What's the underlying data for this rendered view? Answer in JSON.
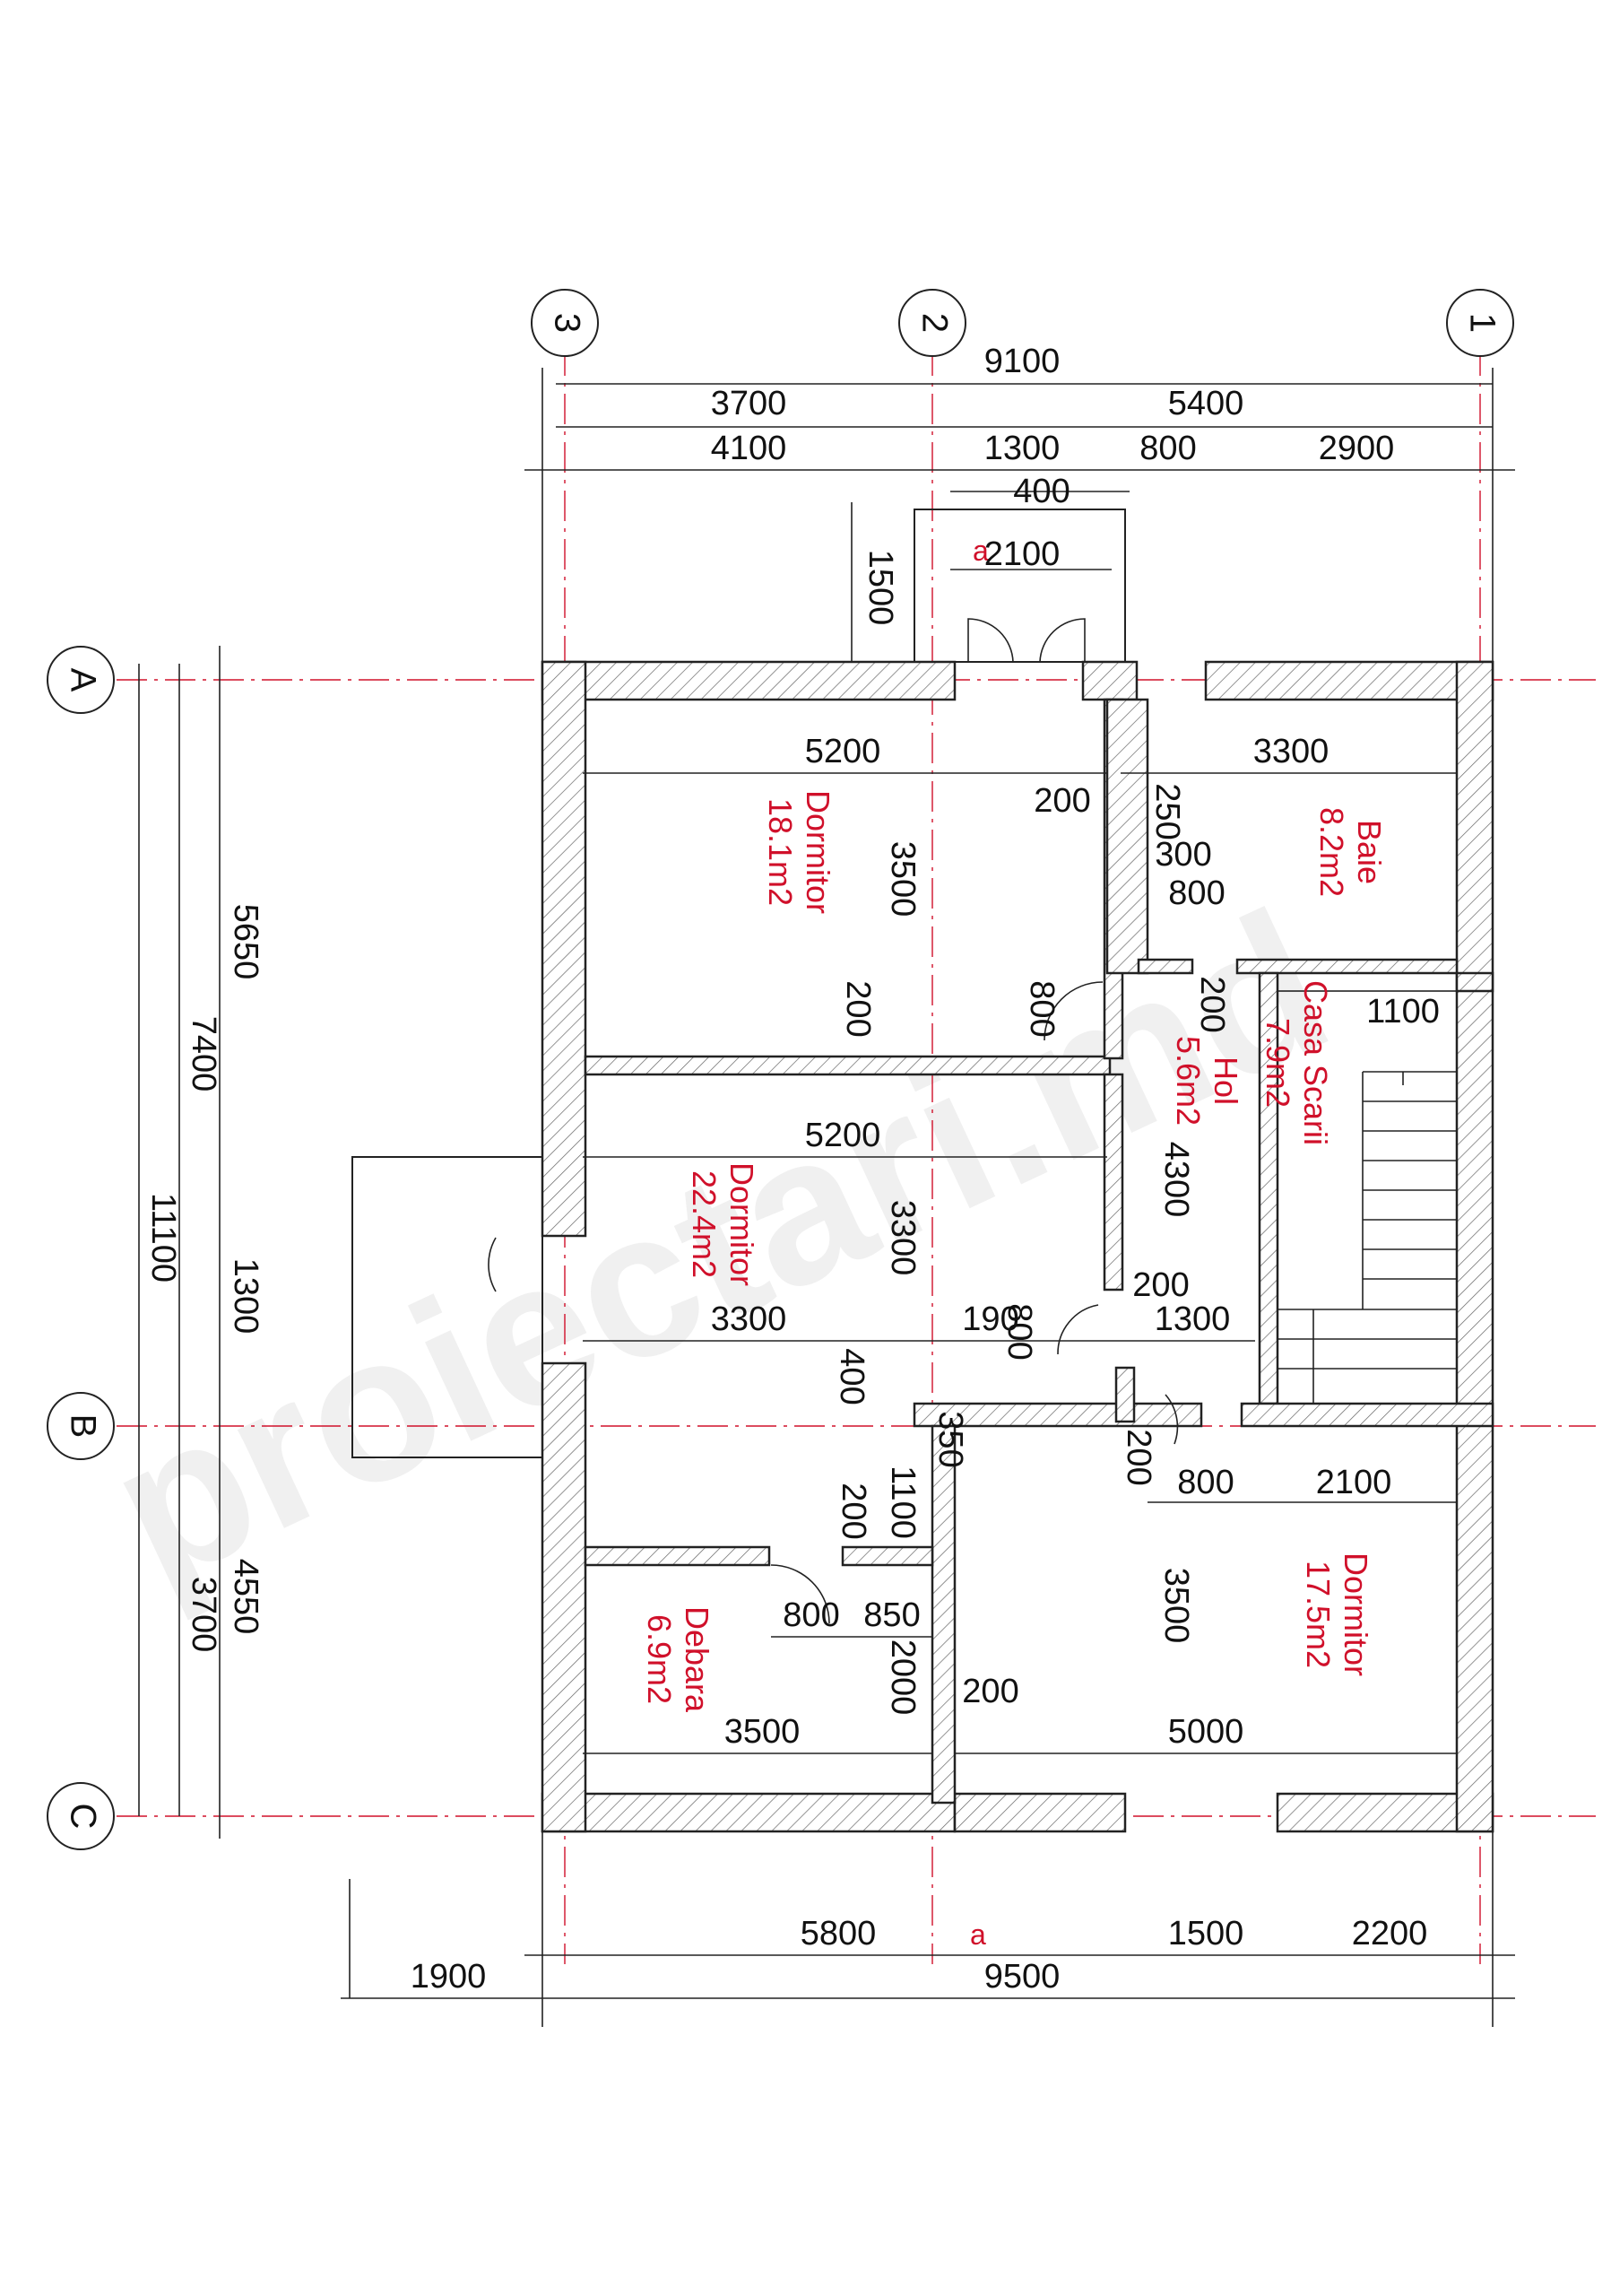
{
  "watermark": "proiectari.md",
  "axes": {
    "columns": [
      "3",
      "2",
      "1"
    ],
    "rows": [
      "A",
      "B",
      "C"
    ]
  },
  "section_marks": [
    "a",
    "a"
  ],
  "rooms": [
    {
      "name": "Dormitor",
      "area": "18.1m2"
    },
    {
      "name": "Baie",
      "area": "8.2m2"
    },
    {
      "name": "Casa Scarii",
      "area": "7.9m2"
    },
    {
      "name": "Hol",
      "area": "5.6m2"
    },
    {
      "name": "Dormitor",
      "area": "22.4m2"
    },
    {
      "name": "Dormitor",
      "area": "17.5m2"
    },
    {
      "name": "Debara",
      "area": "6.9m2"
    }
  ],
  "dims_top": [
    "9100",
    "3700",
    "5400",
    "4100",
    "1300",
    "800",
    "2900",
    "400",
    "2100",
    "1500"
  ],
  "dims_bottom": [
    "5800",
    "1500",
    "2200",
    "1900",
    "9500"
  ],
  "dims_left": [
    "5650",
    "7400",
    "11100",
    "1300",
    "4550",
    "3700"
  ],
  "dims_interior": [
    "5200",
    "3300",
    "200",
    "3500",
    "250",
    "300",
    "800",
    "200",
    "1100",
    "200",
    "800",
    "5200",
    "3300",
    "4300",
    "200",
    "3300",
    "190",
    "800",
    "1300",
    "400",
    "350",
    "200",
    "1100",
    "200",
    "800",
    "2100",
    "800",
    "850",
    "2000",
    "3500",
    "200",
    "3500",
    "5000"
  ]
}
